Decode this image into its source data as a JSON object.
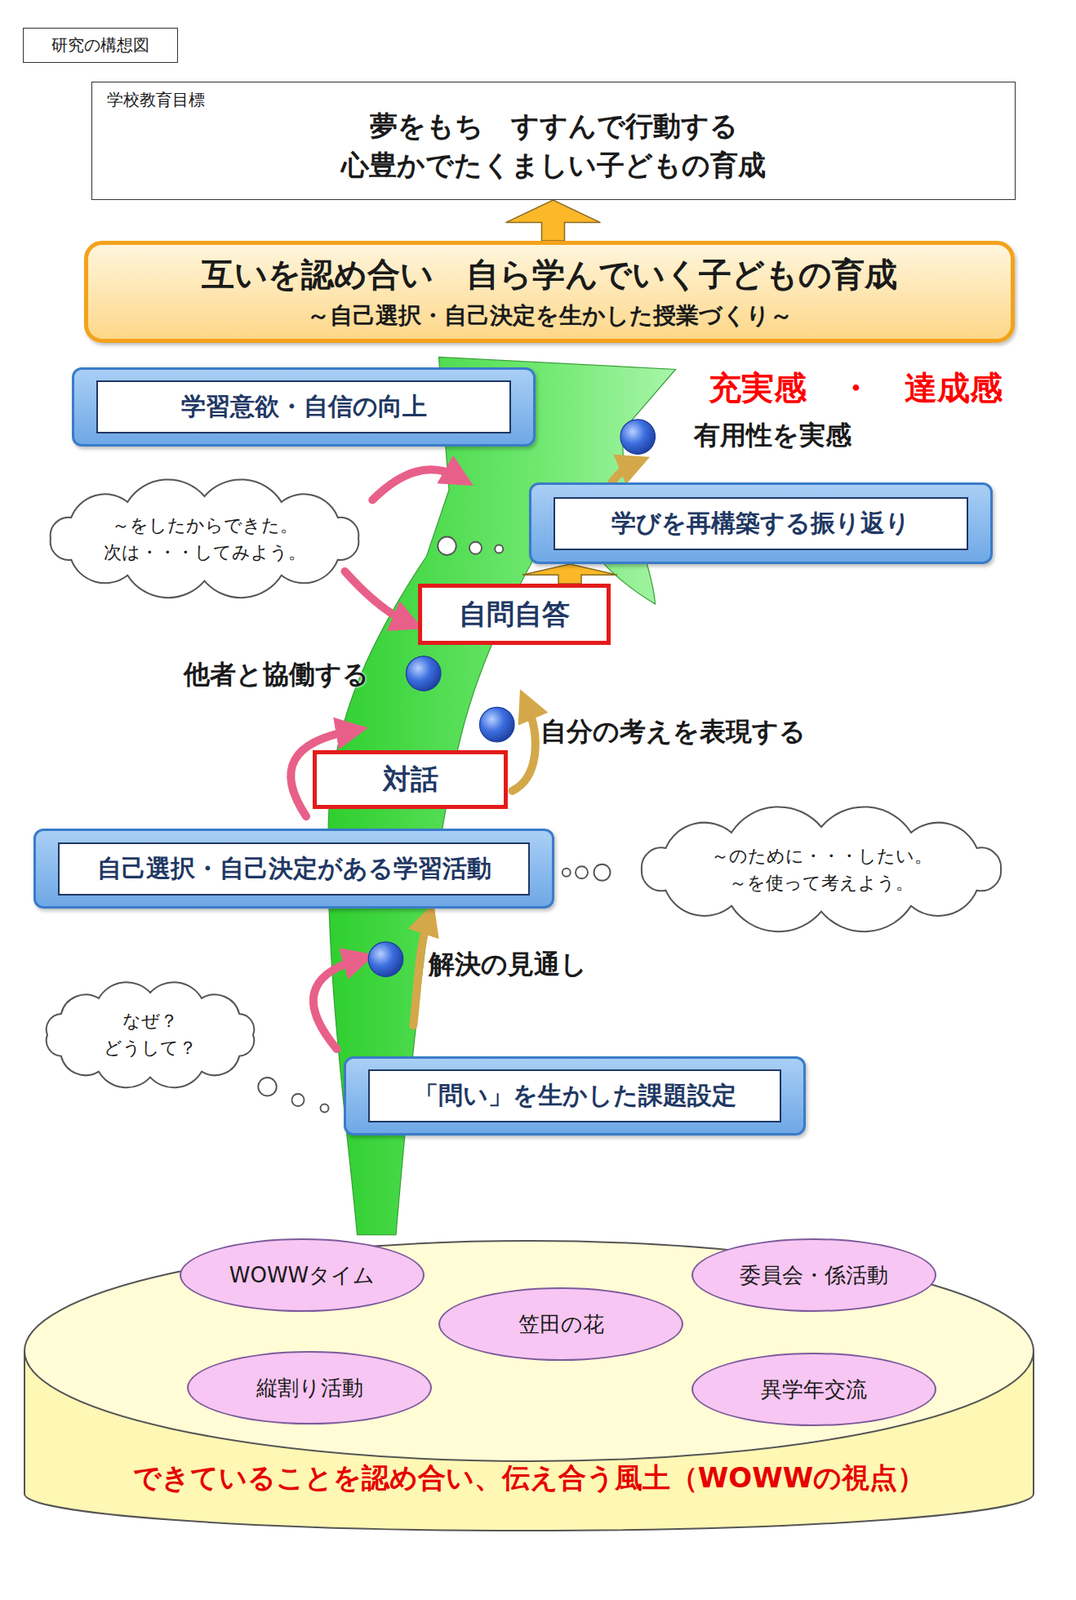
{
  "diagram": {
    "nodes": [
      {
        "text": [
          "研究の構想図"
        ]
      },
      {
        "text": [
          "学校教育目標",
          "夢をもち　すすんで行動する 心豊かでたくましい子どもの育成"
        ]
      },
      {
        "text": [
          "互いを認め合い　自ら学んでいく子どもの育成",
          "～自己選択・自己決定を生かした授業づくり～"
        ]
      },
      {
        "text": [
          "学習意欲・自信の向上"
        ]
      },
      {
        "text": [
          "～をしたからできた。 次は・・・してみよう。"
        ]
      },
      {
        "text": [
          "学びを再構築する振り返り"
        ]
      },
      {
        "text": [
          "自問自答"
        ]
      },
      {
        "text": [
          "対話"
        ]
      },
      {
        "text": [
          "自己選択・自己決定がある学習活動"
        ]
      },
      {
        "text": [
          "～のために・・・したい。 ～を使って考えよう。"
        ]
      },
      {
        "text": [
          "なぜ？ どうして？"
        ]
      },
      {
        "text": [
          "「問い」を生かした課題設定"
        ]
      },
      {
        "text": [
          "できていることを認め合い、伝え合う風土（WOWWの視点）"
        ]
      },
      {
        "text": [
          "WOWWタイム"
        ],
        "in": 12
      },
      {
        "text": [
          "委員会・係活動"
        ],
        "in": 12
      },
      {
        "text": [
          "笠田の花"
        ],
        "in": 12
      },
      {
        "text": [
          "縦割り活動"
        ],
        "in": 12
      },
      {
        "text": [
          "異学年交流"
        ],
        "in": 12
      }
    ],
    "edges": [
      {
        "from": 2,
        "to": 1,
        "arrow": "to"
      },
      {
        "from": 6,
        "to": 5,
        "arrow": "to"
      }
    ],
    "labels": [
      "充実感　・　達成感",
      "有用性を実感",
      "他者と協働する",
      "自分の考えを表現する",
      "解決の見通し"
    ]
  }
}
